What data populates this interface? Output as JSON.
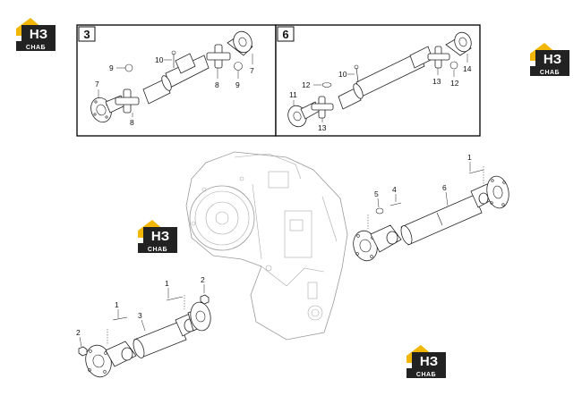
{
  "logo": {
    "mark": "НЗ",
    "caption": "СНАБ",
    "brand_color": "#f2b705",
    "dark_color": "#222222"
  },
  "panels": [
    {
      "number": "3",
      "callouts": [
        "10",
        "9",
        "7",
        "8",
        "7",
        "8",
        "9"
      ]
    },
    {
      "number": "6",
      "callouts": [
        "10",
        "12",
        "11",
        "13",
        "13",
        "12",
        "14"
      ]
    }
  ],
  "main_callouts": {
    "upper_shaft": [
      "1",
      "5",
      "4",
      "6"
    ],
    "lower_shaft": [
      "1",
      "2",
      "1",
      "3",
      "2"
    ]
  },
  "icons": [
    "logo-badge-icon"
  ]
}
